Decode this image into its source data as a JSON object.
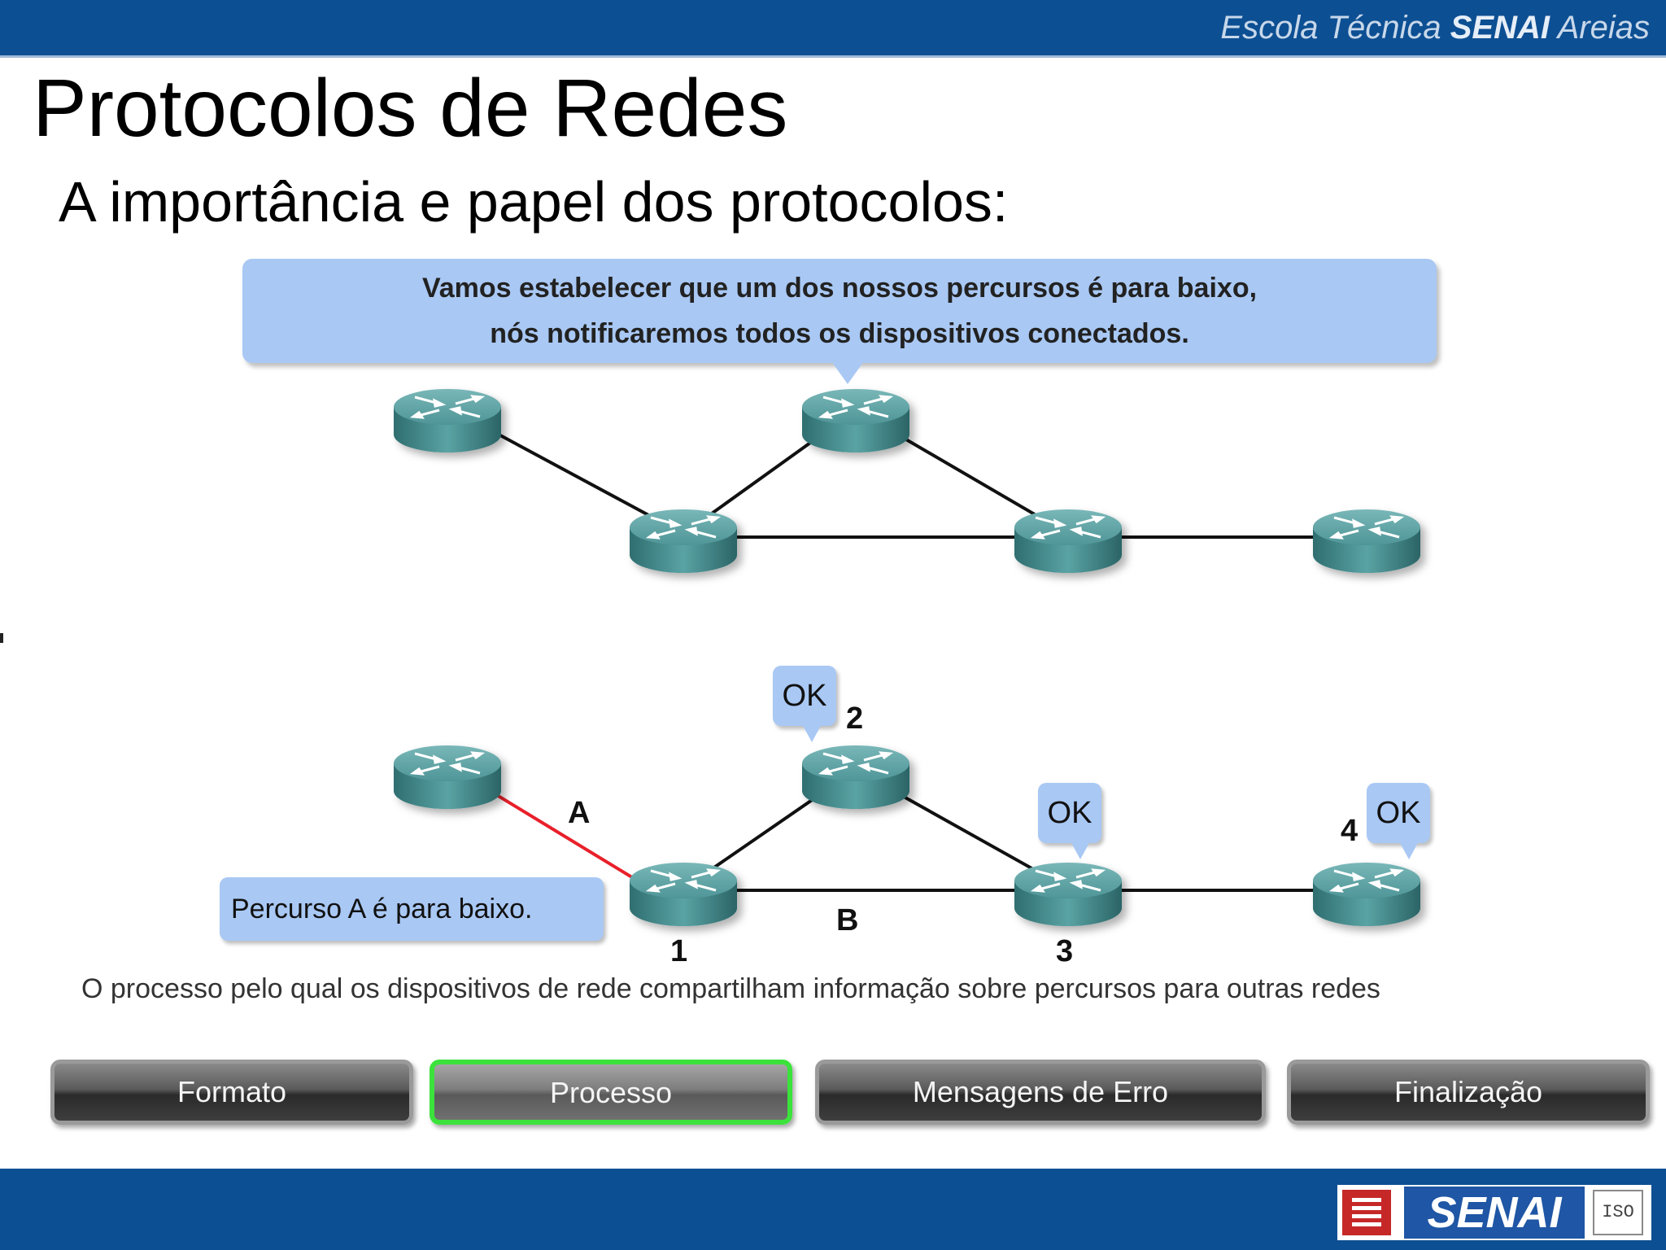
{
  "header": {
    "brand_prefix": "Escola Técnica ",
    "brand_bold": "SENAI",
    "brand_suffix": " Areias"
  },
  "slide": {
    "title": "Protocolos de Redes",
    "subtitle": "A importância e papel dos protocolos:"
  },
  "top_diagram": {
    "callout_lines": [
      "Vamos estabelecer que um dos nossos percursos é para baixo,",
      "nós notificaremos todos os dispositivos conectados."
    ]
  },
  "bottom_diagram": {
    "ok_labels": [
      "OK",
      "OK",
      "OK"
    ],
    "router_numbers": [
      "1",
      "2",
      "3",
      "4"
    ],
    "path_labels": {
      "a": "A",
      "b": "B"
    },
    "callout": "Percurso A é para baixo.",
    "down_link_color": "#e8202a"
  },
  "description": "O processo pelo qual os dispositivos de rede compartilham informação sobre percursos para outras redes",
  "nav_buttons": [
    {
      "label": "Formato",
      "active": false
    },
    {
      "label": "Processo",
      "active": true
    },
    {
      "label": "Mensagens de Erro",
      "active": false
    },
    {
      "label": "Finalização",
      "active": false
    }
  ],
  "footer": {
    "logo_text": "SENAI",
    "iso_text": "ISO"
  },
  "colors": {
    "bar_blue": "#0d4f93",
    "callout_blue": "#a9c8f4",
    "router_teal": "#3d8a8c",
    "active_button_border": "#3be23b"
  }
}
